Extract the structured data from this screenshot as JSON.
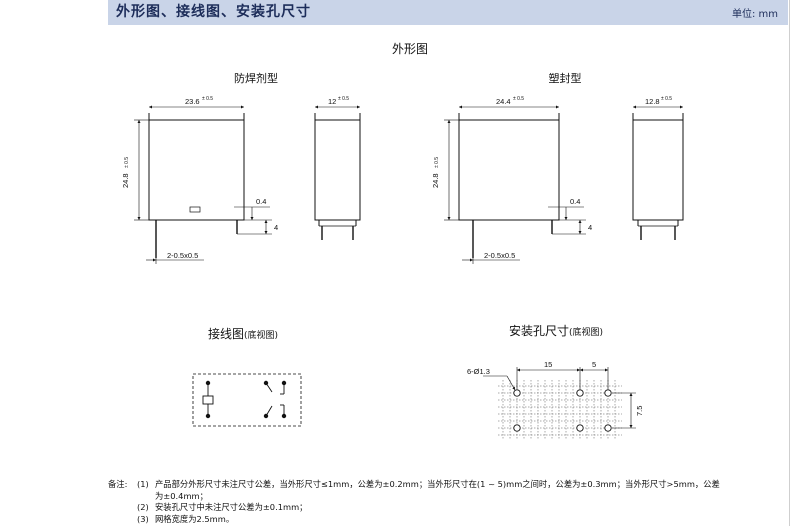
{
  "header": {
    "title": "外形图、接线图、安装孔尺寸",
    "unit": "单位: mm"
  },
  "outline": {
    "title": "外形图",
    "flux_title": "防焊剂型",
    "sealed_title": "塑封型",
    "flux": {
      "width": "23.6",
      "width_tol": "± 0.5",
      "height": "24.8",
      "height_tol": "± 0.5",
      "depth": "12",
      "depth_tol": "± 0.5",
      "pin_thk": "0.4",
      "pin_len": "4",
      "pin_spec": "2-0.5x0.5"
    },
    "sealed": {
      "width": "24.4",
      "width_tol": "± 0.5",
      "height": "24.8",
      "height_tol": "± 0.5",
      "depth": "12.8",
      "depth_tol": "± 0.5",
      "pin_thk": "0.4",
      "pin_len": "4",
      "pin_spec": "2-0.5x0.5"
    }
  },
  "wiring": {
    "title": "接线图",
    "note": "(底视图)"
  },
  "mounting": {
    "title": "安装孔尺寸",
    "note": "(底视图)",
    "holes": "6-Ø1.3",
    "dim_a": "15",
    "dim_b": "5",
    "dim_c": "7.5"
  },
  "notes": {
    "label": "备注:",
    "items": [
      {
        "num": "(1)",
        "text": "产品部分外形尺寸未注尺寸公差，当外形尺寸≤1mm，公差为±0.2mm；当外形尺寸在(1 ~ 5)mm之间时，公差为±0.3mm；当外形尺寸>5mm，公差为±0.4mm；"
      },
      {
        "num": "(2)",
        "text": "安装孔尺寸中未注尺寸公差为±0.1mm；"
      },
      {
        "num": "(3)",
        "text": "网格宽度为2.5mm。"
      }
    ]
  }
}
